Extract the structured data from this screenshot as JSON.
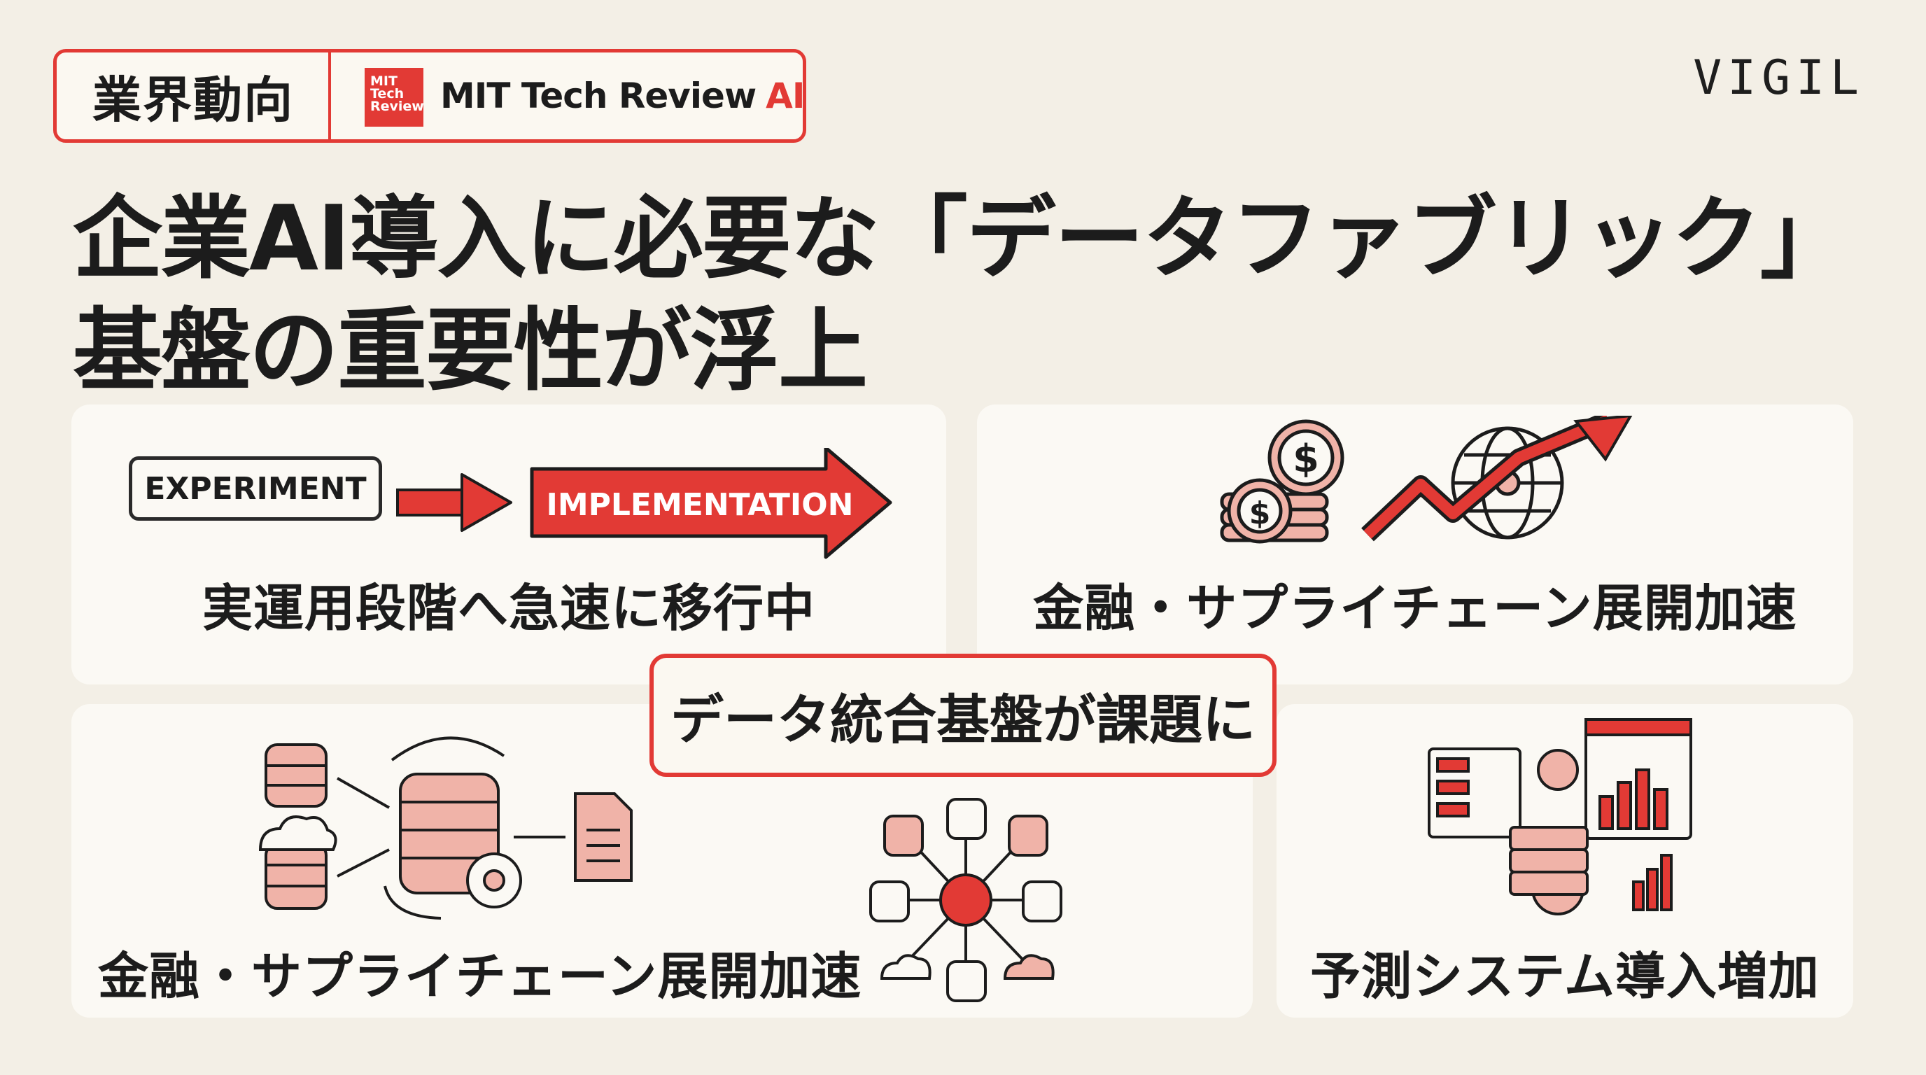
{
  "header": {
    "category_tag": "業界動向",
    "publisher_logo_lines": [
      "MIT",
      "Tech",
      "Review"
    ],
    "publisher_name": "MIT Tech Review",
    "publisher_suffix": "AI",
    "brand": "VIGIL"
  },
  "title": {
    "line1": "企業AI導入に必要な「データファブリック」",
    "line2": "基盤の重要性が浮上"
  },
  "panels": {
    "transition": {
      "from_label": "EXPERIMENT",
      "to_label": "IMPLEMENTATION",
      "caption": "実運用段階へ急速に移行中"
    },
    "growth": {
      "caption": "金融・サプライチェーン展開加速"
    },
    "integration": {
      "caption": "金融・サプライチェーン展開加速"
    },
    "prediction": {
      "caption": "予測システム導入増加"
    },
    "center_label": "データ統合基盤が課題に"
  },
  "colors": {
    "accent": "#e23a35",
    "accent_light": "#f0b3a8",
    "background": "#f3efe6",
    "panel": "#fbf9f4",
    "text": "#1c1c1c"
  },
  "icons": [
    "coin-stack-icon",
    "globe-network-icon",
    "growth-arrow-icon",
    "database-sync-icon",
    "data-hub-icon",
    "analytics-dashboard-icon"
  ]
}
